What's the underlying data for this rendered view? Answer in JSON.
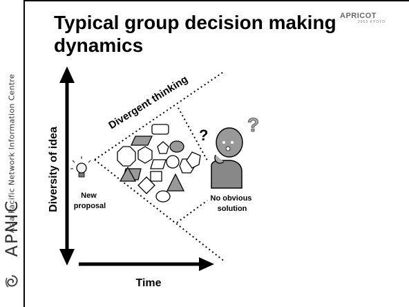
{
  "sidebar": {
    "org_text": "Asia Pacific Network Information Centre",
    "brand": "APNIC",
    "logo_icon": "apnic-swirl-icon"
  },
  "slide": {
    "title": "Typical group decision making dynamics",
    "badge": "APRICOT",
    "badge_sub": "2003 KYOTO"
  },
  "diagram": {
    "y_axis_label": "Diversity of idea",
    "x_axis_label": "Time",
    "divergent_label": "Divergent thinking",
    "new_proposal_label": [
      "New",
      "proposal"
    ],
    "no_solution_label": [
      "No obvious",
      "solution"
    ],
    "icons": [
      "lightbulb-icon",
      "confused-thinker-icon",
      "question-mark-icon"
    ]
  }
}
